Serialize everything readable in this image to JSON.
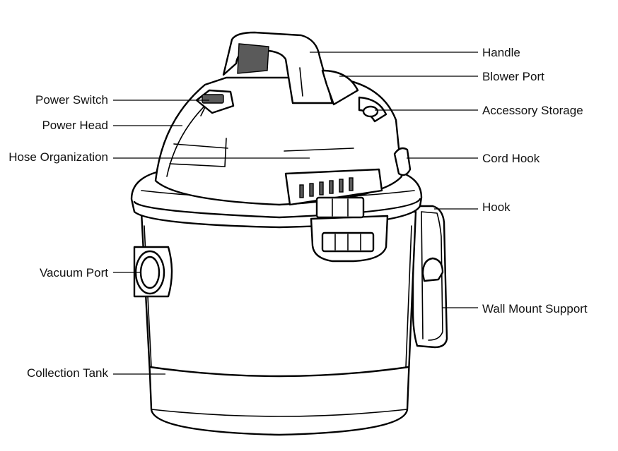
{
  "labels": {
    "handle": "Handle",
    "blower_port": "Blower Port",
    "accessory_storage": "Accessory Storage",
    "cord_hook": "Cord Hook",
    "hook": "Hook",
    "wall_mount_support": "Wall Mount Support",
    "power_switch": "Power Switch",
    "power_head": "Power Head",
    "hose_organization": "Hose Organization",
    "vacuum_port": "Vacuum Port",
    "collection_tank": "Collection Tank"
  }
}
